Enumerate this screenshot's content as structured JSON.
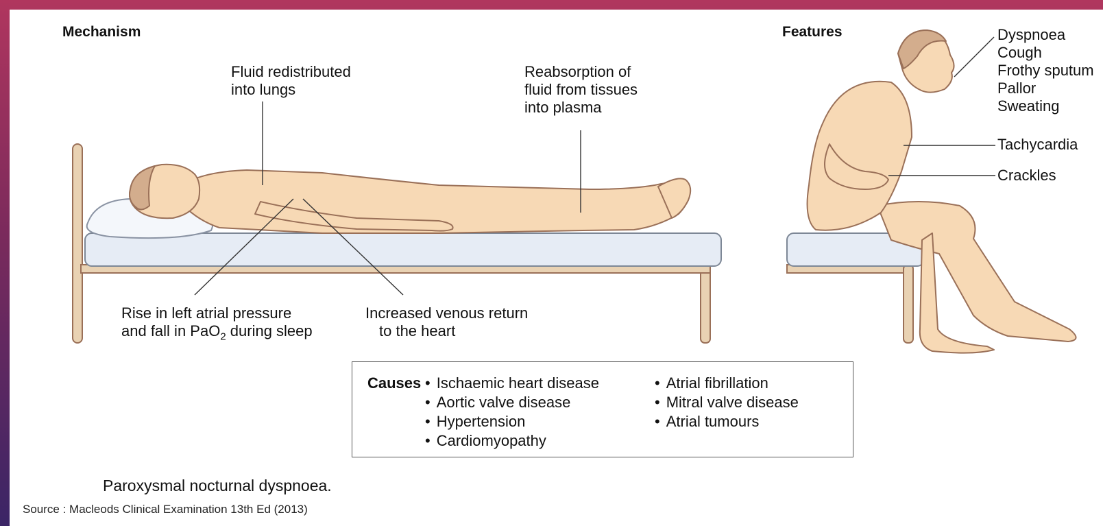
{
  "mechanism": {
    "heading": "Mechanism",
    "label_fluid_lungs": [
      "Fluid redistributed",
      "into lungs"
    ],
    "label_reabsorption": [
      "Reabsorption of",
      "fluid from tissues",
      "into plasma"
    ],
    "label_atrial_pressure": [
      "Rise in left atrial pressure",
      "and fall in PaO",
      "2",
      " during sleep"
    ],
    "label_venous_return": [
      "Increased venous return",
      "to the heart"
    ]
  },
  "features": {
    "heading": "Features",
    "items": [
      "Dyspnoea",
      "Cough",
      "Frothy sputum",
      "Pallor",
      "Sweating"
    ],
    "tachycardia": "Tachycardia",
    "crackles": "Crackles"
  },
  "causes": {
    "title": "Causes",
    "left": [
      "Ischaemic heart disease",
      "Aortic valve disease",
      "Hypertension",
      "Cardiomyopathy"
    ],
    "right": [
      "Atrial fibrillation",
      "Mitral valve disease",
      "Atrial tumours"
    ]
  },
  "caption": "Paroxysmal nocturnal dyspnoea.",
  "source": "Source : Macleods Clinical Examination 13th Ed (2013)",
  "colors": {
    "skin": "#f7d9b5",
    "skin_outline": "#9a7058",
    "bed_frame": "#e9d2b3",
    "mattress": "#e6ecf5",
    "accent_top": "#b0365e",
    "accent_bottom": "#3b2566"
  }
}
